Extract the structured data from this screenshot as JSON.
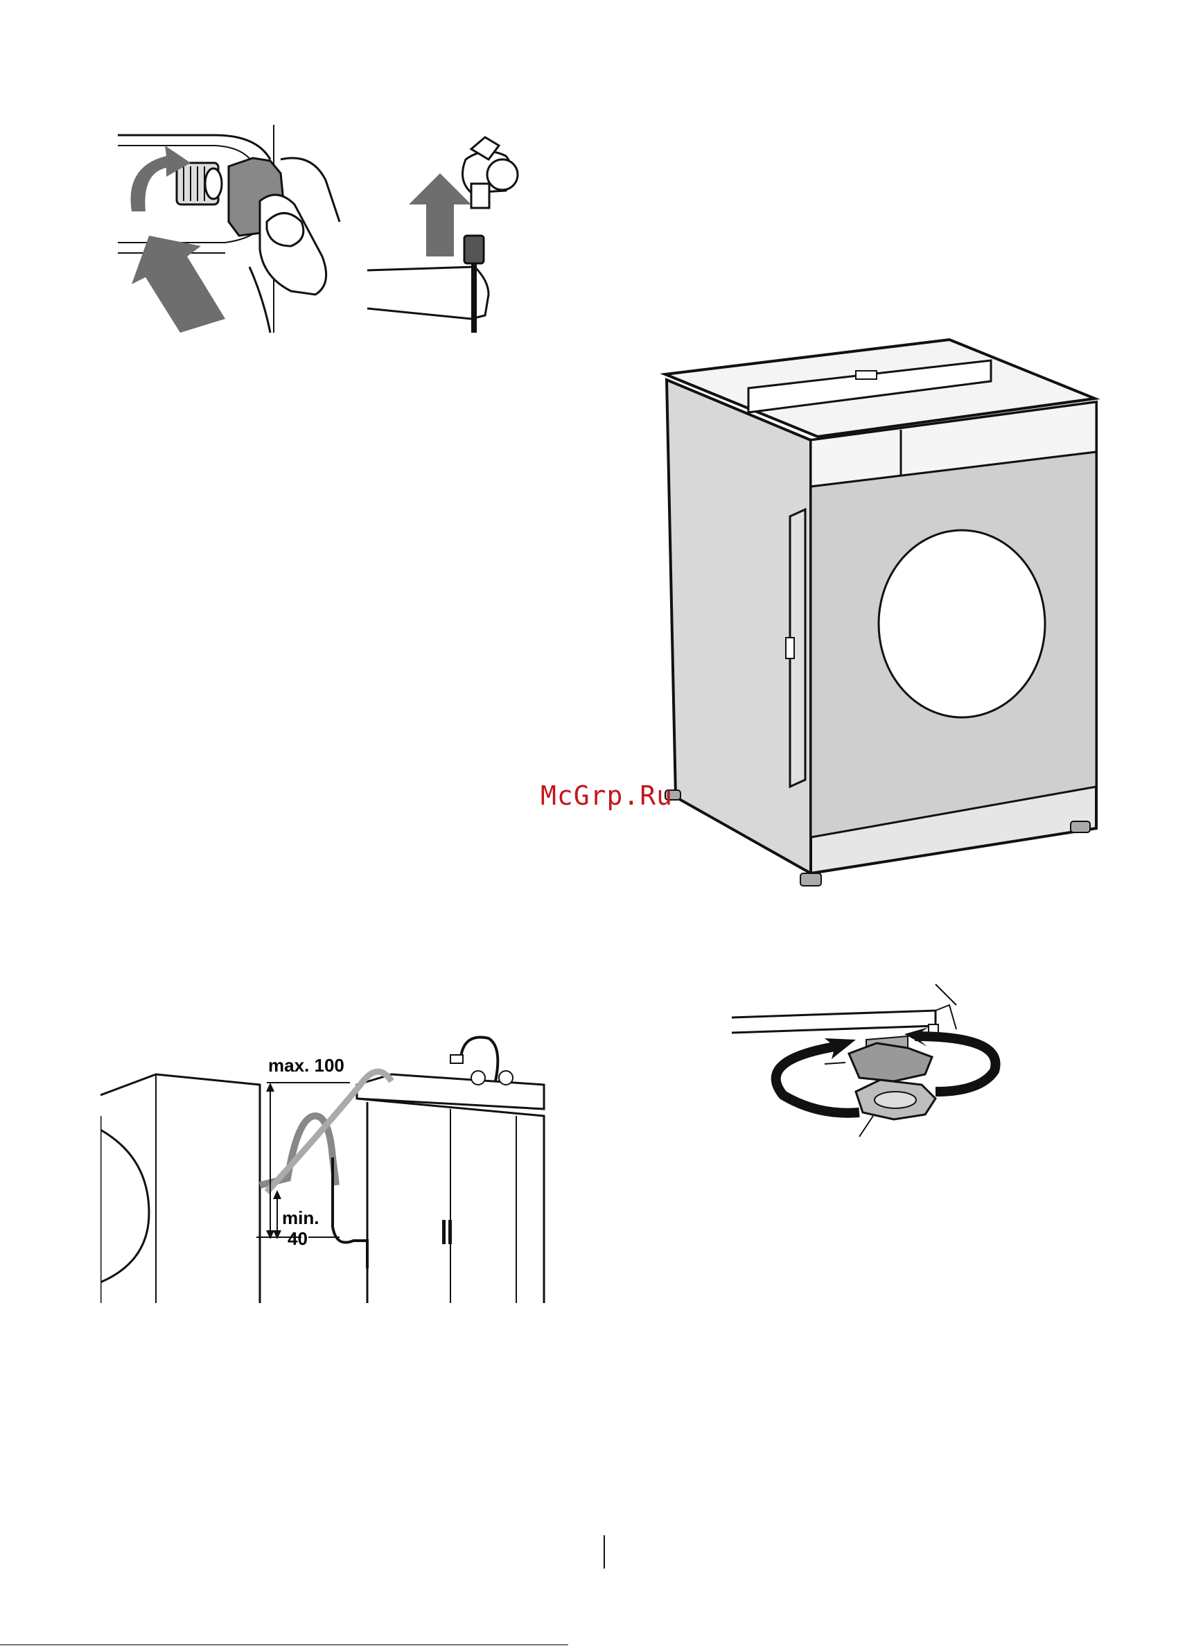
{
  "watermark": {
    "text": "McGrp.Ru",
    "color": "#c4161c"
  },
  "drain_figure": {
    "max_label": "max. 100",
    "min_label": "min.",
    "min_value": "40"
  },
  "colors": {
    "ink": "#111111",
    "arrow_gray": "#6e6e6e",
    "light_gray": "#d8d8d8",
    "panel_gray": "#c9c9c9"
  }
}
